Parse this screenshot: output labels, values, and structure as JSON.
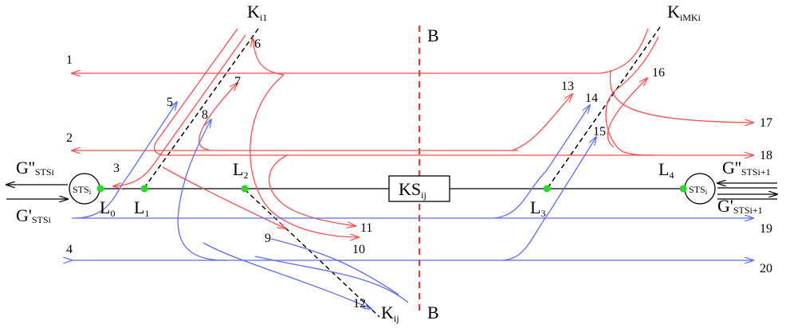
{
  "colors": {
    "outbound_flow": "#ff4d4d",
    "inbound_flow": "#5a6cff",
    "main_line": "#000000",
    "section_line": "#ff3030",
    "node": "#22dd22"
  },
  "section_label": "B",
  "compressor_station": {
    "main": "KS",
    "sub": "ij"
  },
  "station_left": {
    "main": "STS",
    "sub": "i"
  },
  "station_right": {
    "main": "STS",
    "sub": "i"
  },
  "branches": {
    "k_i1": {
      "main": "K",
      "sub": "i1"
    },
    "k_imki": {
      "main": "K",
      "sub": "iMKi"
    },
    "k_ij": {
      "main": "K",
      "sub": "ij"
    }
  },
  "flows_left": {
    "out": {
      "main": "G''",
      "sub": "STSi"
    },
    "in": {
      "main": "G'",
      "sub": "STSi"
    }
  },
  "flows_right": {
    "in": {
      "main": "G''",
      "sub": "STSi+1"
    },
    "out": {
      "main": "G'",
      "sub": "STSi+1"
    }
  },
  "nodes": [
    {
      "main": "L",
      "sub": "0"
    },
    {
      "main": "L",
      "sub": "1"
    },
    {
      "main": "L",
      "sub": "2"
    },
    {
      "main": "L",
      "sub": "3"
    },
    {
      "main": "L",
      "sub": "4"
    }
  ],
  "flow_numbers": [
    "1",
    "2",
    "3",
    "4",
    "5",
    "6",
    "7",
    "8",
    "9",
    "10",
    "11",
    "12",
    "13",
    "14",
    "15",
    "16",
    "17",
    "18",
    "19",
    "20"
  ]
}
